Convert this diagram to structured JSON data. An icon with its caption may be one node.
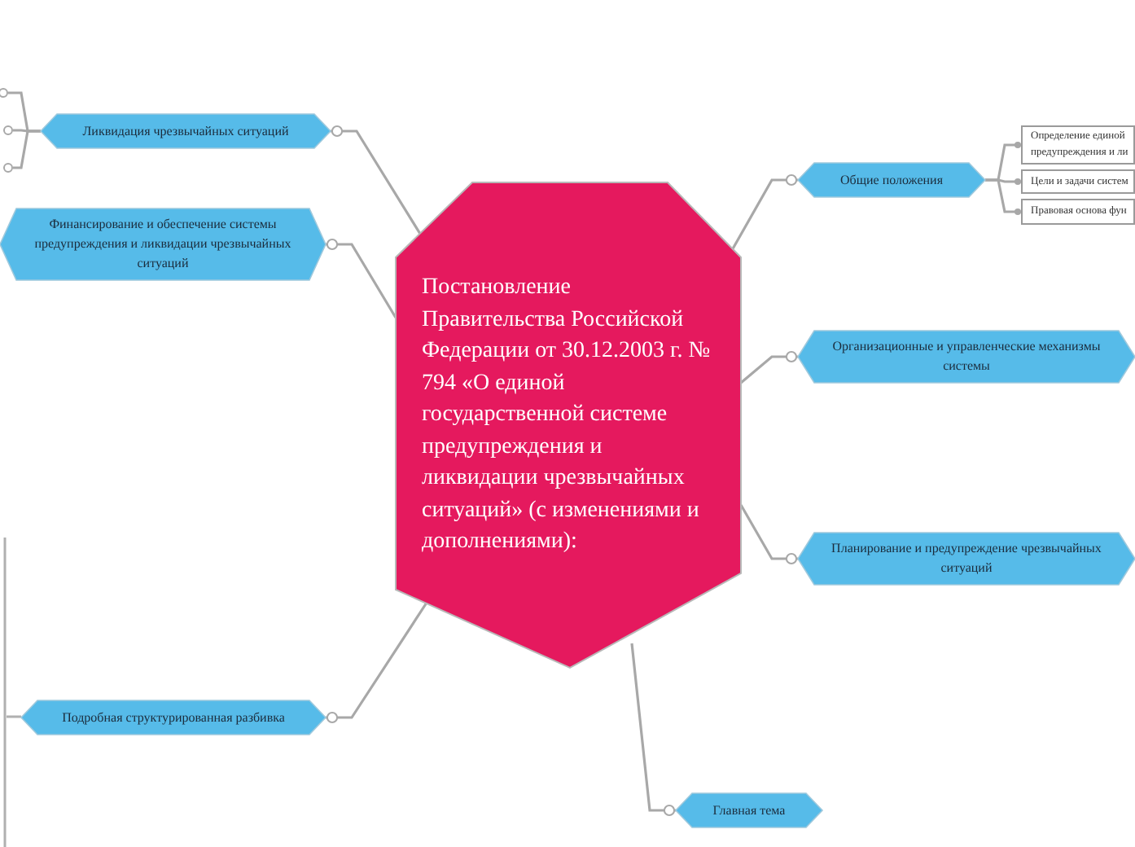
{
  "diagram": {
    "nodes": [
      {
        "text": [
          "Постановление Правительства Российской Федерации от 30.12.2003 г. № 794 «О единой государственной системе предупреждения и ликвидации чрезвычайных ситуаций» (с изменениями и дополнениями):"
        ]
      },
      {
        "text": [
          "Общие положения"
        ]
      },
      {
        "text": [
          "Определение единой предупреждения и ли"
        ]
      },
      {
        "text": [
          "Цели и задачи систем"
        ]
      },
      {
        "text": [
          "Правовая основа фун"
        ]
      },
      {
        "text": [
          "Организационные и управленческие механизмы системы"
        ]
      },
      {
        "text": [
          "Планирование и предупреждение чрезвычайных ситуаций"
        ]
      },
      {
        "text": [
          "Главная тема"
        ]
      },
      {
        "text": [
          "Ликвидация чрезвычайных ситуаций"
        ]
      },
      {
        "text": [
          "Финансирование и обеспечение системы предупреждения и ликвидации чрезвычайных ситуаций"
        ]
      },
      {
        "text": [
          "Подробная структурированная разбивка"
        ]
      },
      {
        "text": [],
        "shape": "circle"
      },
      {
        "text": [],
        "shape": "circle"
      },
      {
        "text": [],
        "shape": "circle"
      }
    ],
    "edges": [
      {
        "from": 0,
        "to": 1,
        "arrow": "other"
      },
      {
        "from": 0,
        "to": 5,
        "arrow": "other"
      },
      {
        "from": 0,
        "to": 6,
        "arrow": "other"
      },
      {
        "from": 0,
        "to": 7,
        "arrow": "other"
      },
      {
        "from": 0,
        "to": 8,
        "arrow": "other"
      },
      {
        "from": 0,
        "to": 9,
        "arrow": "other"
      },
      {
        "from": 0,
        "to": 10,
        "arrow": "other"
      },
      {
        "from": 1,
        "to": 2,
        "arrow": "other"
      },
      {
        "from": 1,
        "to": 3,
        "arrow": "other"
      },
      {
        "from": 1,
        "to": 4,
        "arrow": "other"
      },
      {
        "from": 8,
        "to": 11,
        "arrow": "none"
      },
      {
        "from": 8,
        "to": 12,
        "arrow": "none"
      },
      {
        "from": 8,
        "to": 13,
        "arrow": "none"
      }
    ]
  }
}
